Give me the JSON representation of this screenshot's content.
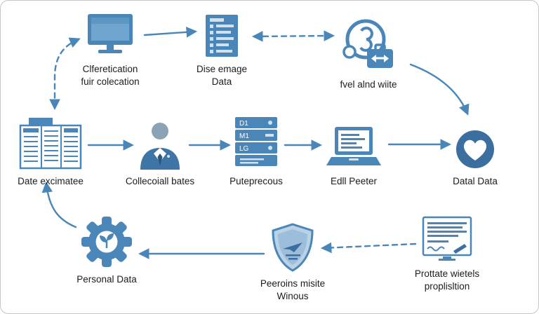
{
  "diagram": {
    "colors": {
      "primary": "#4a86b8",
      "dark": "#3c6f9f",
      "light": "#cfe2f1",
      "text": "#1c1c1c"
    },
    "nodes": {
      "monitor": {
        "label_line1": "Clferetication",
        "label_line2": "fuir colecation"
      },
      "document": {
        "label_line1": "Dise emage",
        "label_line2": "Data"
      },
      "transfer": {
        "label_line1": "fvel alnd wiite"
      },
      "cabinet": {
        "label_line1": "Date excimatee"
      },
      "person": {
        "label_line1": "Collecoiall bates"
      },
      "stack": {
        "label_line1": "Puteprecous",
        "drives": [
          "D1",
          "M1",
          "LG"
        ]
      },
      "laptop": {
        "label_line1": "Edll Peeter"
      },
      "heart": {
        "label_line1": "Datal Data"
      },
      "gear": {
        "label_line1": "Personal Data"
      },
      "shield": {
        "label_line1": "Peeroins misite",
        "label_line2": "Winous"
      },
      "certificate": {
        "label_line1": "Prottate wietels",
        "label_line2": "proplisltion"
      }
    },
    "connections": [
      {
        "from": "monitor",
        "to": "document",
        "style": "solid"
      },
      {
        "from": "document",
        "to": "transfer",
        "style": "dashed-double"
      },
      {
        "from": "transfer",
        "to": "heart",
        "style": "curved"
      },
      {
        "from": "monitor",
        "to": "cabinet",
        "style": "dashed-double"
      },
      {
        "from": "cabinet",
        "to": "person",
        "style": "solid"
      },
      {
        "from": "person",
        "to": "stack",
        "style": "solid"
      },
      {
        "from": "stack",
        "to": "laptop",
        "style": "solid"
      },
      {
        "from": "laptop",
        "to": "heart",
        "style": "solid"
      },
      {
        "from": "certificate",
        "to": "shield",
        "style": "dashed"
      },
      {
        "from": "shield",
        "to": "gear",
        "style": "solid"
      },
      {
        "from": "gear",
        "to": "cabinet",
        "style": "curved"
      }
    ]
  }
}
